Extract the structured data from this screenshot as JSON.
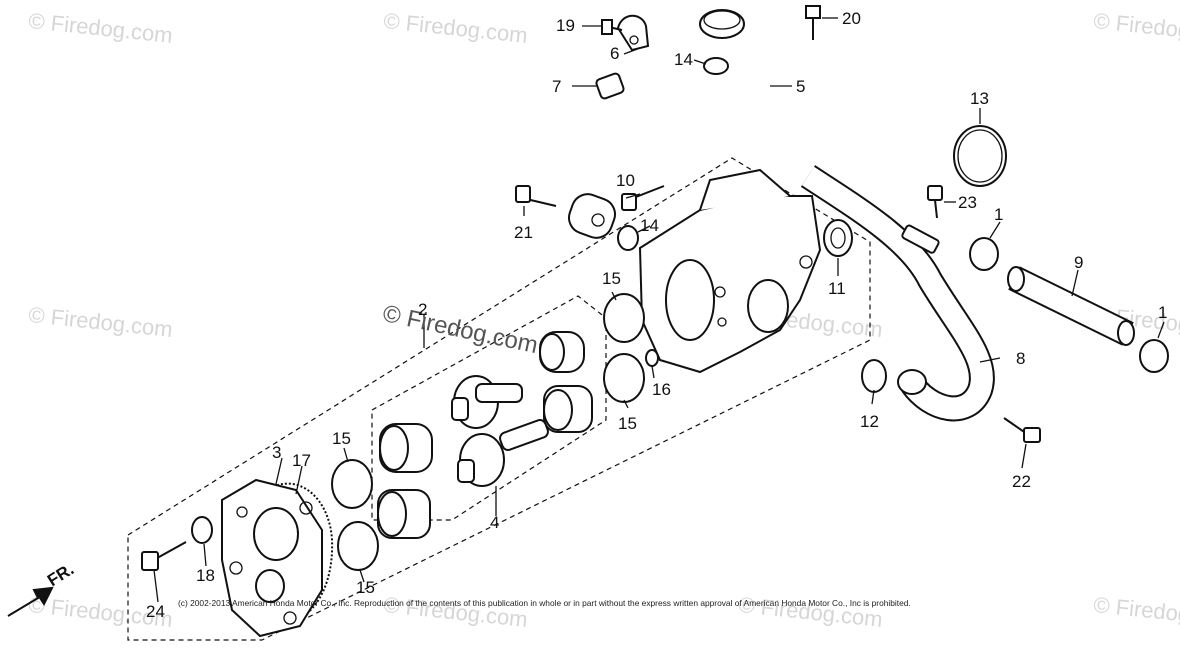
{
  "diagram": {
    "watermark_text": "© Firedog.com",
    "main_watermark_text": "© Firedog.com",
    "copyright_notice": "(c) 2002-2013 American Honda Motor Co., Inc. Reproduction of the contents of this publication in whole or in part without the express written approval of American Honda Motor Co., Inc is prohibited.",
    "direction_label": "FR.",
    "callouts": {
      "c1a": "1",
      "c1b": "1",
      "c2": "2",
      "c3": "3",
      "c4": "4",
      "c5": "5",
      "c6": "6",
      "c7": "7",
      "c8": "8",
      "c9": "9",
      "c10": "10",
      "c11": "11",
      "c12": "12",
      "c13": "13",
      "c14a": "14",
      "c14b": "14",
      "c15a": "15",
      "c15b": "15",
      "c15c": "15",
      "c15d": "15",
      "c16": "16",
      "c17": "17",
      "c18": "18",
      "c19": "19",
      "c20": "20",
      "c21": "21",
      "c22": "22",
      "c23": "23",
      "c24": "24"
    }
  }
}
